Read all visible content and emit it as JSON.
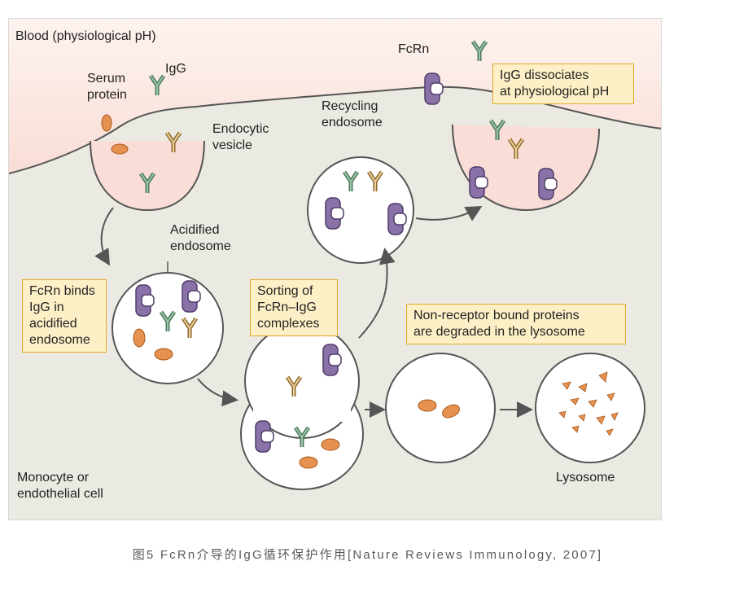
{
  "figure": {
    "labels": {
      "blood": "Blood (physiological pH)",
      "serum_protein": "Serum\nprotein",
      "igg": "IgG",
      "fcrn": "FcRn",
      "endocytic_vesicle": "Endocytic\nvesicle",
      "recycling_endosome": "Recycling\nendosome",
      "acidified_endosome": "Acidified\nendosome",
      "cell": "Monocyte or\nendothelial cell",
      "lysosome": "Lysosome"
    },
    "callouts": {
      "igg_dissociates": "IgG dissociates\nat physiological pH",
      "fcrn_binds": "FcRn binds\nIgG in\nacidified\nendosome",
      "sorting": "Sorting of\nFcRn–IgG\ncomplexes",
      "non_receptor": "Non-receptor bound proteins\nare degraded in the lysosome"
    },
    "colors": {
      "plasma": "#fbe6e0",
      "cytoplasm": "#ebeae2",
      "fcrn": "#8a72a8",
      "igg_green": "#7aa488",
      "igg_tan": "#d8b576",
      "serum_protein": "#e6914f",
      "callout_fill": "#fdf0c7",
      "callout_border": "#e4a82a"
    }
  },
  "caption": "图5 FcRn介导的IgG循环保护作用[Nature Reviews Immunology, 2007]"
}
